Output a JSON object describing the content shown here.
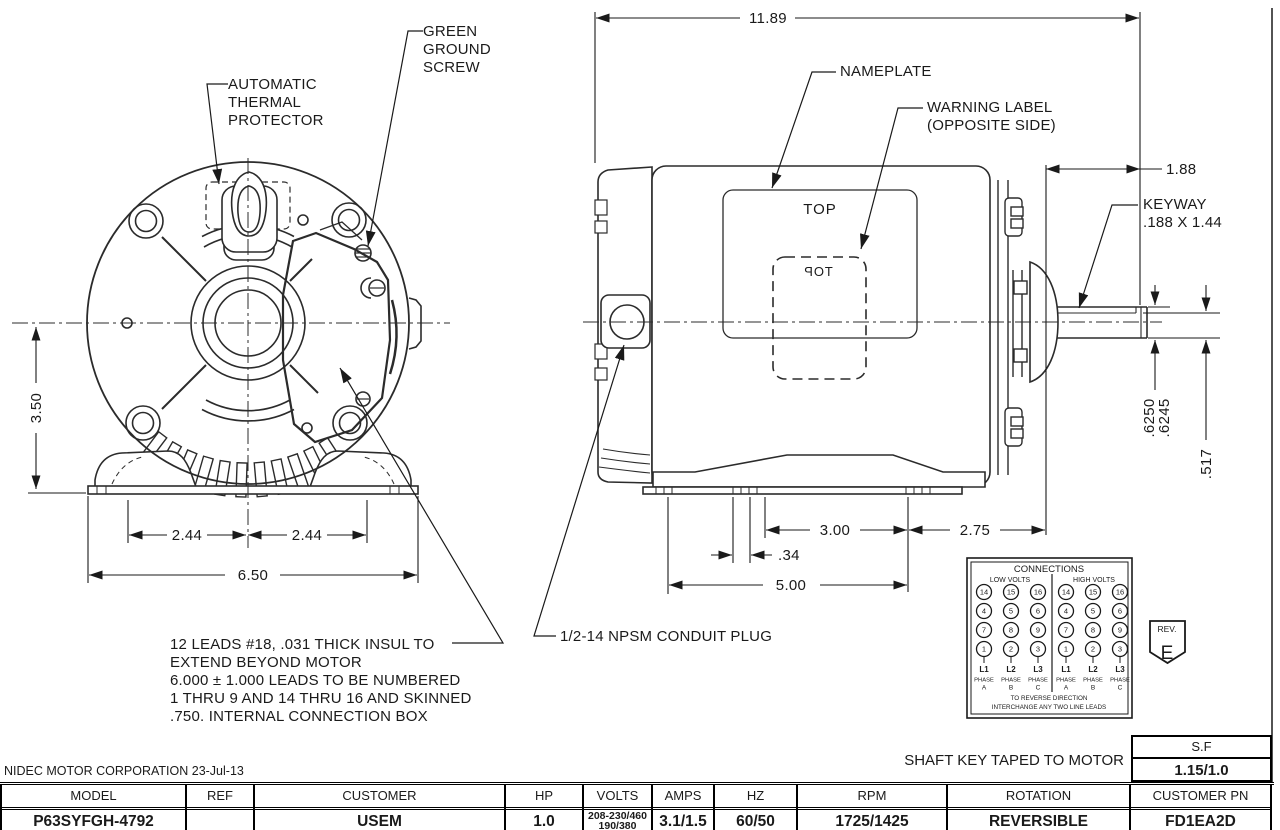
{
  "front_view": {
    "callout_thermal": [
      "AUTOMATIC",
      "THERMAL",
      "PROTECTOR"
    ],
    "callout_ground": [
      "GREEN",
      "GROUND",
      "SCREW"
    ],
    "dim_height": "3.50",
    "dim_foot_left": "2.44",
    "dim_foot_right": "2.44",
    "dim_base_width": "6.50"
  },
  "side_view": {
    "callout_nameplate": "NAMEPLATE",
    "callout_warning": [
      "WARNING LABEL",
      "(OPPOSITE SIDE)"
    ],
    "callout_keyway": [
      "KEYWAY",
      ".188 X 1.44"
    ],
    "callout_conduit": "1/2-14 NPSM CONDUIT PLUG",
    "label_top": "TOP",
    "label_top_mirrored": "TOP",
    "dim_overall_length": "11.89",
    "dim_shaft_ext": "1.88",
    "dim_foot_to_bolt": "3.00",
    "dim_bolt_to_shaft": "2.75",
    "dim_foot_offset": ".34",
    "dim_mounting": "5.00",
    "dim_shaft_dia_max": ".6250",
    "dim_shaft_dia_min": ".6245",
    "dim_keyway_flat": ".517"
  },
  "notes": [
    "12 LEADS #18, .031 THICK INSUL TO",
    "EXTEND BEYOND MOTOR",
    "6.000 ± 1.000 LEADS TO BE NUMBERED",
    "1 THRU 9 AND 14 THRU 16 AND SKINNED",
    ".750. INTERNAL CONNECTION BOX"
  ],
  "connections": {
    "title": "CONNECTIONS",
    "low_label": "LOW VOLTS",
    "high_label": "HIGH VOLTS",
    "rows": [
      [
        "14",
        "15",
        "16",
        "14",
        "15",
        "16"
      ],
      [
        "4",
        "5",
        "6",
        "4",
        "5",
        "6"
      ],
      [
        "7",
        "8",
        "9",
        "7",
        "8",
        "9"
      ],
      [
        "1",
        "2",
        "3",
        "1",
        "2",
        "3"
      ]
    ],
    "lines": [
      "L1",
      "L2",
      "L3",
      "L1",
      "L2",
      "L3"
    ],
    "phase_label": "PHASE",
    "phases": [
      "A",
      "B",
      "C",
      "A",
      "B",
      "C"
    ],
    "note_line1": "TO REVERSE DIRECTION",
    "note_line2": "INTERCHANGE ANY TWO LINE LEADS"
  },
  "rev_badge": {
    "label": "REV.",
    "value": "E"
  },
  "title_block": {
    "company": "NIDEC MOTOR CORPORATION 23-Jul-13",
    "shaft_note": "SHAFT KEY TAPED TO MOTOR",
    "sf_label": "S.F",
    "sf_value": "1.15/1.0",
    "headers": [
      "MODEL",
      "REF",
      "CUSTOMER",
      "HP",
      "VOLTS",
      "AMPS",
      "HZ",
      "RPM",
      "ROTATION",
      "CUSTOMER PN"
    ],
    "values": {
      "model": "P63SYFGH-4792",
      "ref": "",
      "customer": "USEM",
      "hp": "1.0",
      "volts_line1": "208-230/460",
      "volts_line2": "190/380",
      "amps": "3.1/1.5",
      "hz": "60/50",
      "rpm": "1725/1425",
      "rotation": "REVERSIBLE",
      "customer_pn": "FD1EA2D"
    }
  }
}
